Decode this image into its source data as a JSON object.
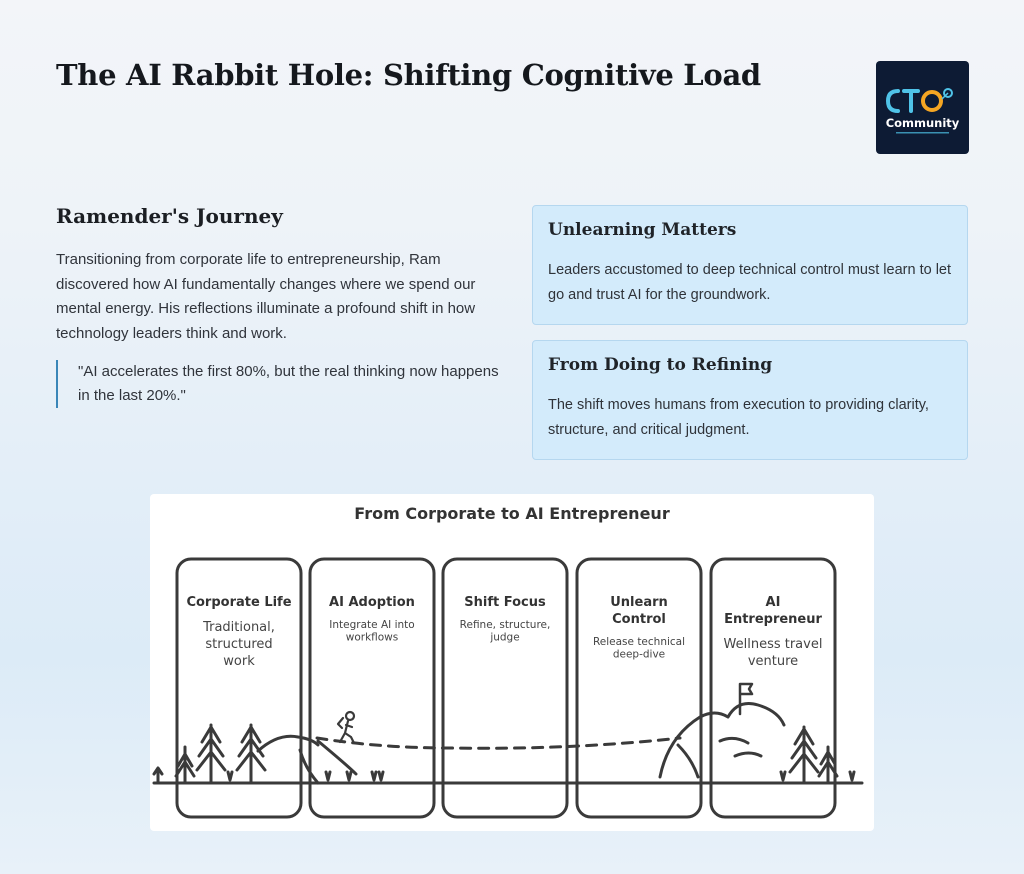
{
  "header": {
    "title": "The AI Rabbit Hole: Shifting Cognitive Load",
    "logo": {
      "top_text": "CTO",
      "bottom_text": "Community",
      "bg_color": "#0d1b34",
      "accent": "#4fc3e8",
      "accent2": "#f5a623"
    }
  },
  "journey": {
    "heading": "Ramender's Journey",
    "paragraph": "Transitioning from corporate life to entrepreneurship, Ram discovered how AI fundamentally changes where we spend our mental energy. His reflections illuminate a profound shift in how technology leaders think and work.",
    "quote": "\"AI accelerates the first 80%, but the real thinking now happens in the last 20%.\""
  },
  "cards": [
    {
      "heading": "Unlearning Matters",
      "body": "Leaders accustomed to deep technical control must learn to let go and trust AI for the groundwork."
    },
    {
      "heading": "From Doing to Refining",
      "body": "The shift moves humans from execution to providing clarity, structure, and critical judgment."
    }
  ],
  "diagram": {
    "title": "From Corporate to AI Entrepreneur",
    "stages": [
      {
        "name": [
          "Corporate Life"
        ],
        "desc": [
          "Traditional,",
          "structured",
          "work"
        ]
      },
      {
        "name": [
          "AI Adoption"
        ],
        "desc": [
          "Integrate AI into",
          "workflows"
        ]
      },
      {
        "name": [
          "Shift Focus"
        ],
        "desc": [
          "Refine, structure,",
          "judge"
        ]
      },
      {
        "name": [
          "Unlearn",
          "Control"
        ],
        "desc": [
          "Release technical",
          "deep-dive"
        ]
      },
      {
        "name": [
          "AI",
          "Entrepreneur"
        ],
        "desc": [
          "Wellness travel",
          "venture"
        ]
      }
    ],
    "colors": {
      "ink": "#3a3a3a",
      "background": "#ffffff"
    }
  }
}
